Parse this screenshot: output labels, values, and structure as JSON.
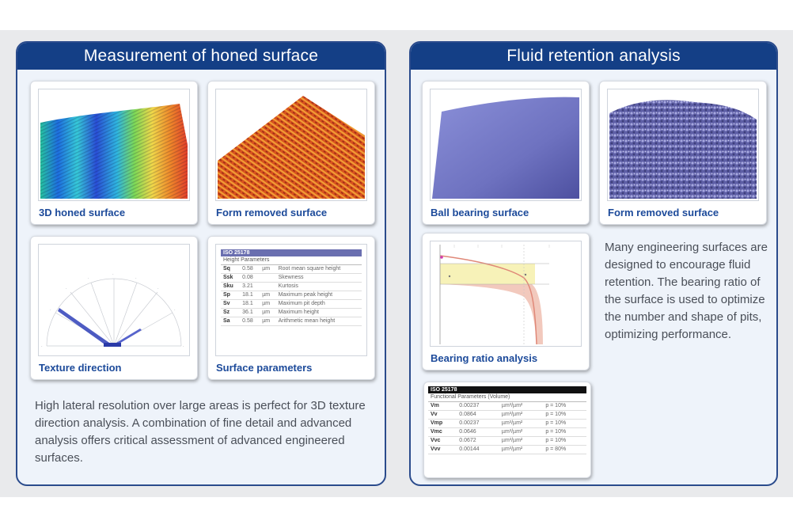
{
  "left_panel": {
    "title": "Measurement of honed surface",
    "cards": {
      "honed_3d": "3D honed surface",
      "form_removed": "Form removed surface",
      "texture_direction": "Texture direction",
      "surface_parameters": "Surface parameters"
    },
    "description": "High lateral resolution over large areas is perfect for 3D texture direction analysis. A combination of fine detail and advanced analysis offers critical assessment of advanced engineered surfaces.",
    "parameters_table": {
      "header": "ISO 25178",
      "subheader": "Height Parameters",
      "rows": [
        {
          "k": "Sq",
          "v": "0.58",
          "u": "µm",
          "d": "Root mean square height"
        },
        {
          "k": "Ssk",
          "v": "0.08",
          "u": "",
          "d": "Skewness"
        },
        {
          "k": "Sku",
          "v": "3.21",
          "u": "",
          "d": "Kurtosis"
        },
        {
          "k": "Sp",
          "v": "18.1",
          "u": "µm",
          "d": "Maximum peak height"
        },
        {
          "k": "Sv",
          "v": "18.1",
          "u": "µm",
          "d": "Maximum pit depth"
        },
        {
          "k": "Sz",
          "v": "36.1",
          "u": "µm",
          "d": "Maximum height"
        },
        {
          "k": "Sa",
          "v": "0.58",
          "u": "µm",
          "d": "Arithmetic mean height"
        }
      ]
    }
  },
  "right_panel": {
    "title": "Fluid retention analysis",
    "cards": {
      "ball_bearing": "Ball bearing surface",
      "form_removed": "Form removed surface",
      "bearing_ratio": "Bearing ratio analysis"
    },
    "description": "Many engineering surfaces are designed to encourage fluid retention. The bearing ratio of the surface is used to optimize the number and shape of pits, optimizing performance.",
    "volume_table": {
      "header": "ISO 25178",
      "subheader": "Functional Parameters (Volume)",
      "rows": [
        {
          "k": "Vm",
          "v": "0.00237",
          "u": "µm³/µm²",
          "d": "p = 10%"
        },
        {
          "k": "Vv",
          "v": "0.0864",
          "u": "µm³/µm²",
          "d": "p = 10%"
        },
        {
          "k": "Vmp",
          "v": "0.00237",
          "u": "µm³/µm²",
          "d": "p = 10%"
        },
        {
          "k": "Vmc",
          "v": "0.0646",
          "u": "µm³/µm²",
          "d": "p = 10%"
        },
        {
          "k": "Vvc",
          "v": "0.0672",
          "u": "µm³/µm²",
          "d": "p = 10%"
        },
        {
          "k": "Vvv",
          "v": "0.00144",
          "u": "µm³/µm²",
          "d": "p = 80%"
        }
      ]
    }
  },
  "colors": {
    "header_bg": "#143f86",
    "caption": "#1c4a9a",
    "panel_bg": "#eef3fa"
  }
}
